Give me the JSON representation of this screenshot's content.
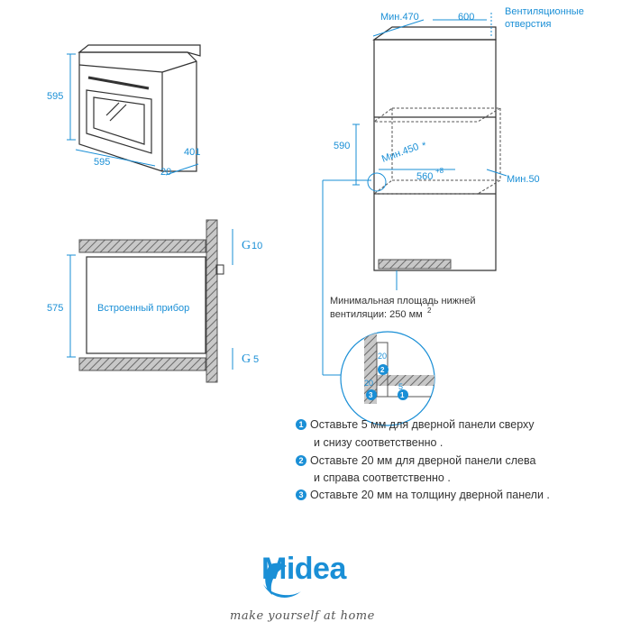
{
  "oven": {
    "height": "595",
    "width": "595",
    "depth": "401",
    "door_depth": "20"
  },
  "niche": {
    "min_depth": "Мин.470",
    "depth": "600",
    "vent_label_1": "Вентиляционные",
    "vent_label_2": "отверстия",
    "height": "590",
    "min_height": "Мин.450",
    "height_sup": "*",
    "width": "560",
    "width_sup": "+8",
    "min_gap": "Мин.50",
    "bottom_vent_1": "Минимальная площадь нижней",
    "bottom_vent_2": "вентиляции: 250 мм",
    "bottom_vent_sup": "2"
  },
  "section": {
    "height": "575",
    "label": "Встроенный прибор",
    "gap_top": "G",
    "gap_top_value": "10",
    "gap_bottom": "G",
    "gap_bottom_value": "5"
  },
  "detail": {
    "v1": "20",
    "v2": "20",
    "v3": "5",
    "n1": "1",
    "n2": "2",
    "n3": "3"
  },
  "notes": [
    {
      "num": "1",
      "line1": "Оставьте 5 мм для дверной панели сверху",
      "line2": "и снизу соответственно ."
    },
    {
      "num": "2",
      "line1": "Оставьте 20 мм для дверной панели слева",
      "line2": "и справа соответственно ."
    },
    {
      "num": "3",
      "line1": "Оставьте 20 мм на толщину дверной панели .",
      "line2": ""
    }
  ],
  "brand": {
    "logo_text": "Midea",
    "slogan": "make yourself at home"
  },
  "colors": {
    "accent": "#1a8fd6",
    "line": "#333333",
    "hatch": "#8a8a8a"
  }
}
